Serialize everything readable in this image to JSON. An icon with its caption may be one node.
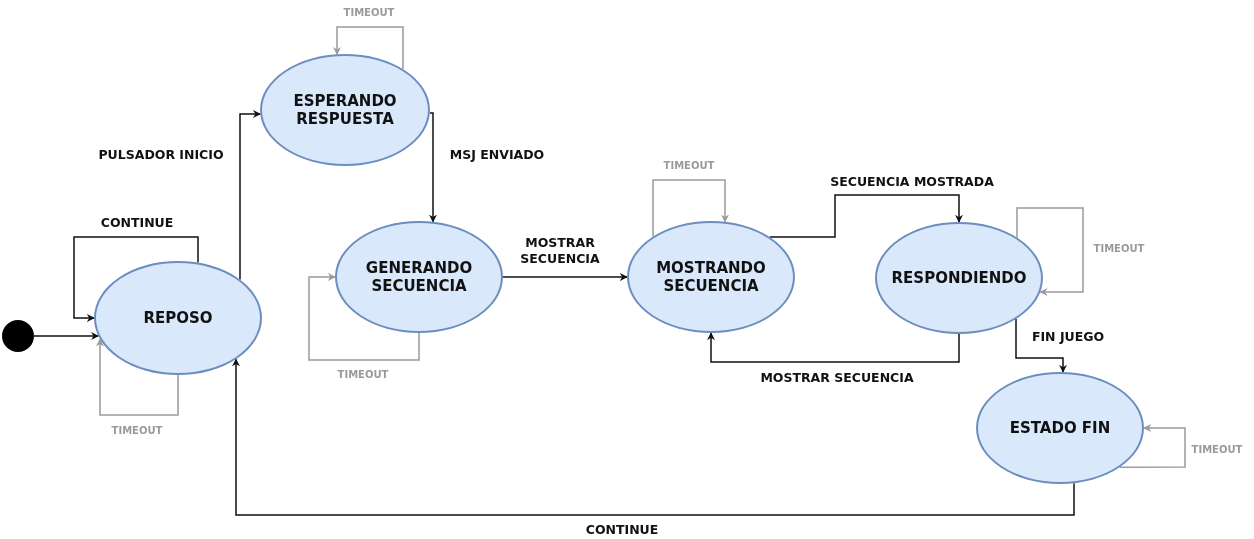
{
  "diagram": {
    "nodes": [
      {
        "text": [],
        "shape": "circle"
      },
      {
        "text": [
          "REPOSO"
        ]
      },
      {
        "text": [
          "ESPERANDO RESPUESTA"
        ]
      },
      {
        "text": [
          "GENERANDO SECUENCIA"
        ]
      },
      {
        "text": [
          "MOSTRANDO SECUENCIA"
        ]
      },
      {
        "text": [
          "RESPONDIENDO"
        ]
      },
      {
        "text": [
          "ESTADO FIN"
        ]
      }
    ],
    "edges": [
      {
        "from": 0,
        "to": 1,
        "arrow": "to"
      },
      {
        "from": 1,
        "to": 1,
        "arrow": "to",
        "label": "CONTINUE"
      },
      {
        "from": 1,
        "to": 1,
        "arrow": "to",
        "label": "TIMEOUT",
        "color": "#9a9a9a"
      },
      {
        "from": 1,
        "to": 2,
        "arrow": "to",
        "label": "PULSADOR INICIO"
      },
      {
        "from": 2,
        "to": 2,
        "arrow": "to",
        "label": "TIMEOUT",
        "color": "#9a9a9a"
      },
      {
        "from": 2,
        "to": 3,
        "arrow": "to",
        "label": "MSJ ENVIADO"
      },
      {
        "from": 3,
        "to": 3,
        "arrow": "to",
        "label": "TIMEOUT",
        "color": "#9a9a9a"
      },
      {
        "from": 3,
        "to": 4,
        "arrow": "to",
        "label": "MOSTRAR SECUENCIA"
      },
      {
        "from": 4,
        "to": 4,
        "arrow": "to",
        "label": "TIMEOUT",
        "color": "#9a9a9a"
      },
      {
        "from": 4,
        "to": 5,
        "arrow": "to",
        "label": "SECUENCIA MOSTRADA"
      },
      {
        "from": 5,
        "to": 5,
        "arrow": "to",
        "label": "TIMEOUT",
        "color": "#9a9a9a"
      },
      {
        "from": 5,
        "to": 4,
        "arrow": "to",
        "label": "MOSTRAR SECUENCIA"
      },
      {
        "from": 5,
        "to": 6,
        "arrow": "to",
        "label": "FIN JUEGO"
      },
      {
        "from": 6,
        "to": 6,
        "arrow": "to",
        "label": "TIMEOUT",
        "color": "#9a9a9a"
      },
      {
        "from": 6,
        "to": 1,
        "arrow": "to",
        "label": "CONTINUE"
      }
    ]
  }
}
